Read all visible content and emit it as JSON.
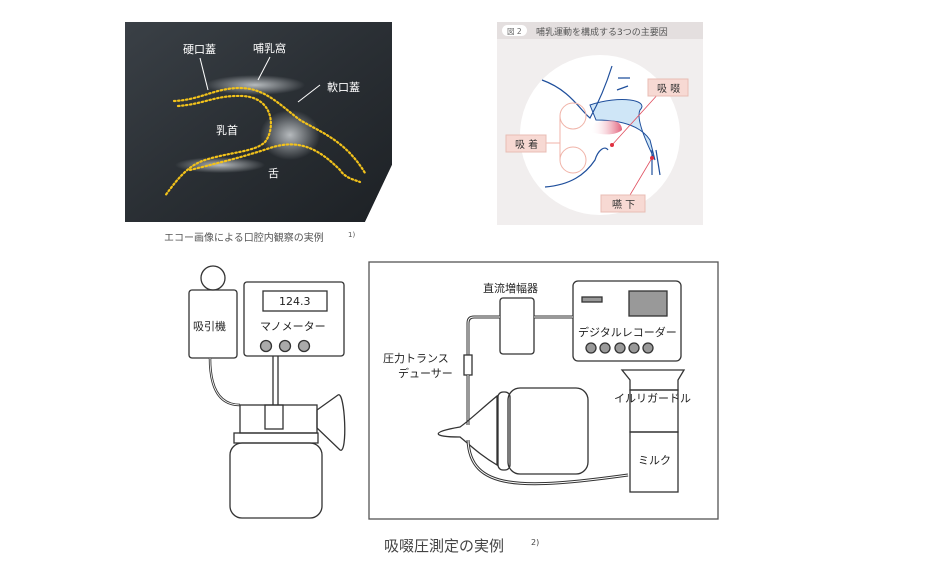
{
  "echo": {
    "labels": {
      "hard_palate": "硬口蓋",
      "nipple_cavity": "哺乳窩",
      "soft_palate": "軟口蓋",
      "nipple": "乳首",
      "tongue": "舌"
    },
    "caption": "エコー画像による口腔内観察の実例",
    "caption_ref": "1)"
  },
  "fig2": {
    "badge": "図 2",
    "title": "哺乳運動を構成する3つの主要因",
    "labels": {
      "latch": "吸 着",
      "suck": "吸 啜",
      "swallow": "嚥 下"
    }
  },
  "pump": {
    "suction_label": "吸引機",
    "meter_value": "124.3",
    "meter_label": "マノメーター"
  },
  "setup": {
    "amplifier": "直流増幅器",
    "recorder": "デジタルレコーダー",
    "transducer_line1": "圧力トランス",
    "transducer_line2": "デューサー",
    "irrigator": "イルリガードル",
    "milk": "ミルク"
  },
  "caption": {
    "text": "吸啜圧測定の実例",
    "ref": "2)"
  },
  "colors": {
    "accent_pink": "#f7d9d3",
    "dots": "#f2c21b",
    "line_blue": "#1f4f9c"
  }
}
